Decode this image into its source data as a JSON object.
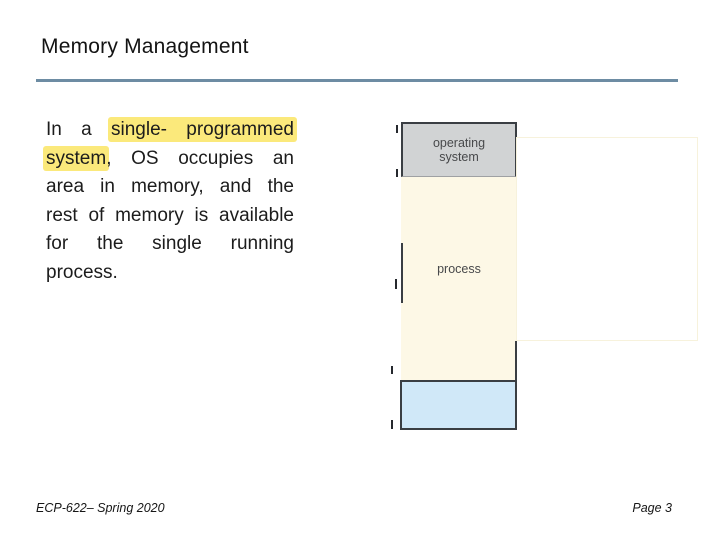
{
  "slide": {
    "title": "Memory Management",
    "footer_left": "ECP-622– Spring 2020",
    "footer_right": "Page 3"
  },
  "body": {
    "lines": [
      {
        "pre": "In a ",
        "hl": "single- programmed",
        "post": ""
      },
      {
        "pre": "",
        "hl": "system",
        "post": ", OS occupies an"
      },
      {
        "pre": "area in memory, and the",
        "hl": "",
        "post": ""
      },
      {
        "pre": "rest of memory is available",
        "hl": "",
        "post": ""
      },
      {
        "pre": "for the single running",
        "hl": "",
        "post": ""
      },
      {
        "pre": "process.",
        "hl": "",
        "post": ""
      }
    ]
  },
  "diagram": {
    "os_label": "operating system",
    "process_label": "process"
  },
  "colors": {
    "highlight": "#fbe97b",
    "title_rule": "#6d8ca3",
    "os_box_fill": "#d1d3d4",
    "process_fill": "#fdf8e6",
    "free_fill": "#d0e8f8",
    "box_border": "#3a3e43",
    "cover_border": "#f7f2dc"
  }
}
